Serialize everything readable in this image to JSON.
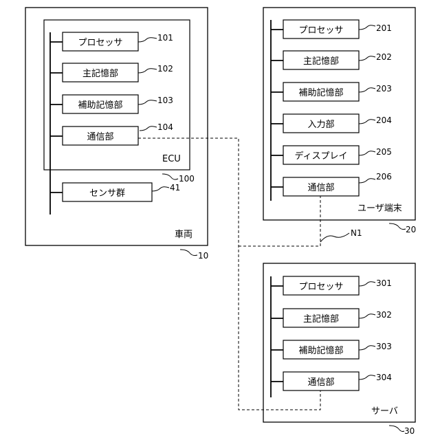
{
  "vehicle": {
    "label": "車両",
    "ref": "10",
    "ecu": {
      "label": "ECU",
      "ref": "100",
      "components": [
        {
          "label": "プロセッサ",
          "ref": "101"
        },
        {
          "label": "主記憶部",
          "ref": "102"
        },
        {
          "label": "補助記憶部",
          "ref": "103"
        },
        {
          "label": "通信部",
          "ref": "104"
        }
      ]
    },
    "sensor": {
      "label": "センサ群",
      "ref": "41"
    }
  },
  "user_terminal": {
    "label": "ユーザ端末",
    "ref": "20",
    "components": [
      {
        "label": "プロセッサ",
        "ref": "201"
      },
      {
        "label": "主記憶部",
        "ref": "202"
      },
      {
        "label": "補助記憶部",
        "ref": "203"
      },
      {
        "label": "入力部",
        "ref": "204"
      },
      {
        "label": "ディスプレイ",
        "ref": "205"
      },
      {
        "label": "通信部",
        "ref": "206"
      }
    ]
  },
  "server": {
    "label": "サーバ",
    "ref": "30",
    "components": [
      {
        "label": "プロセッサ",
        "ref": "301"
      },
      {
        "label": "主記憶部",
        "ref": "302"
      },
      {
        "label": "補助記憶部",
        "ref": "303"
      },
      {
        "label": "通信部",
        "ref": "304"
      }
    ]
  },
  "network": {
    "label": "N1"
  }
}
